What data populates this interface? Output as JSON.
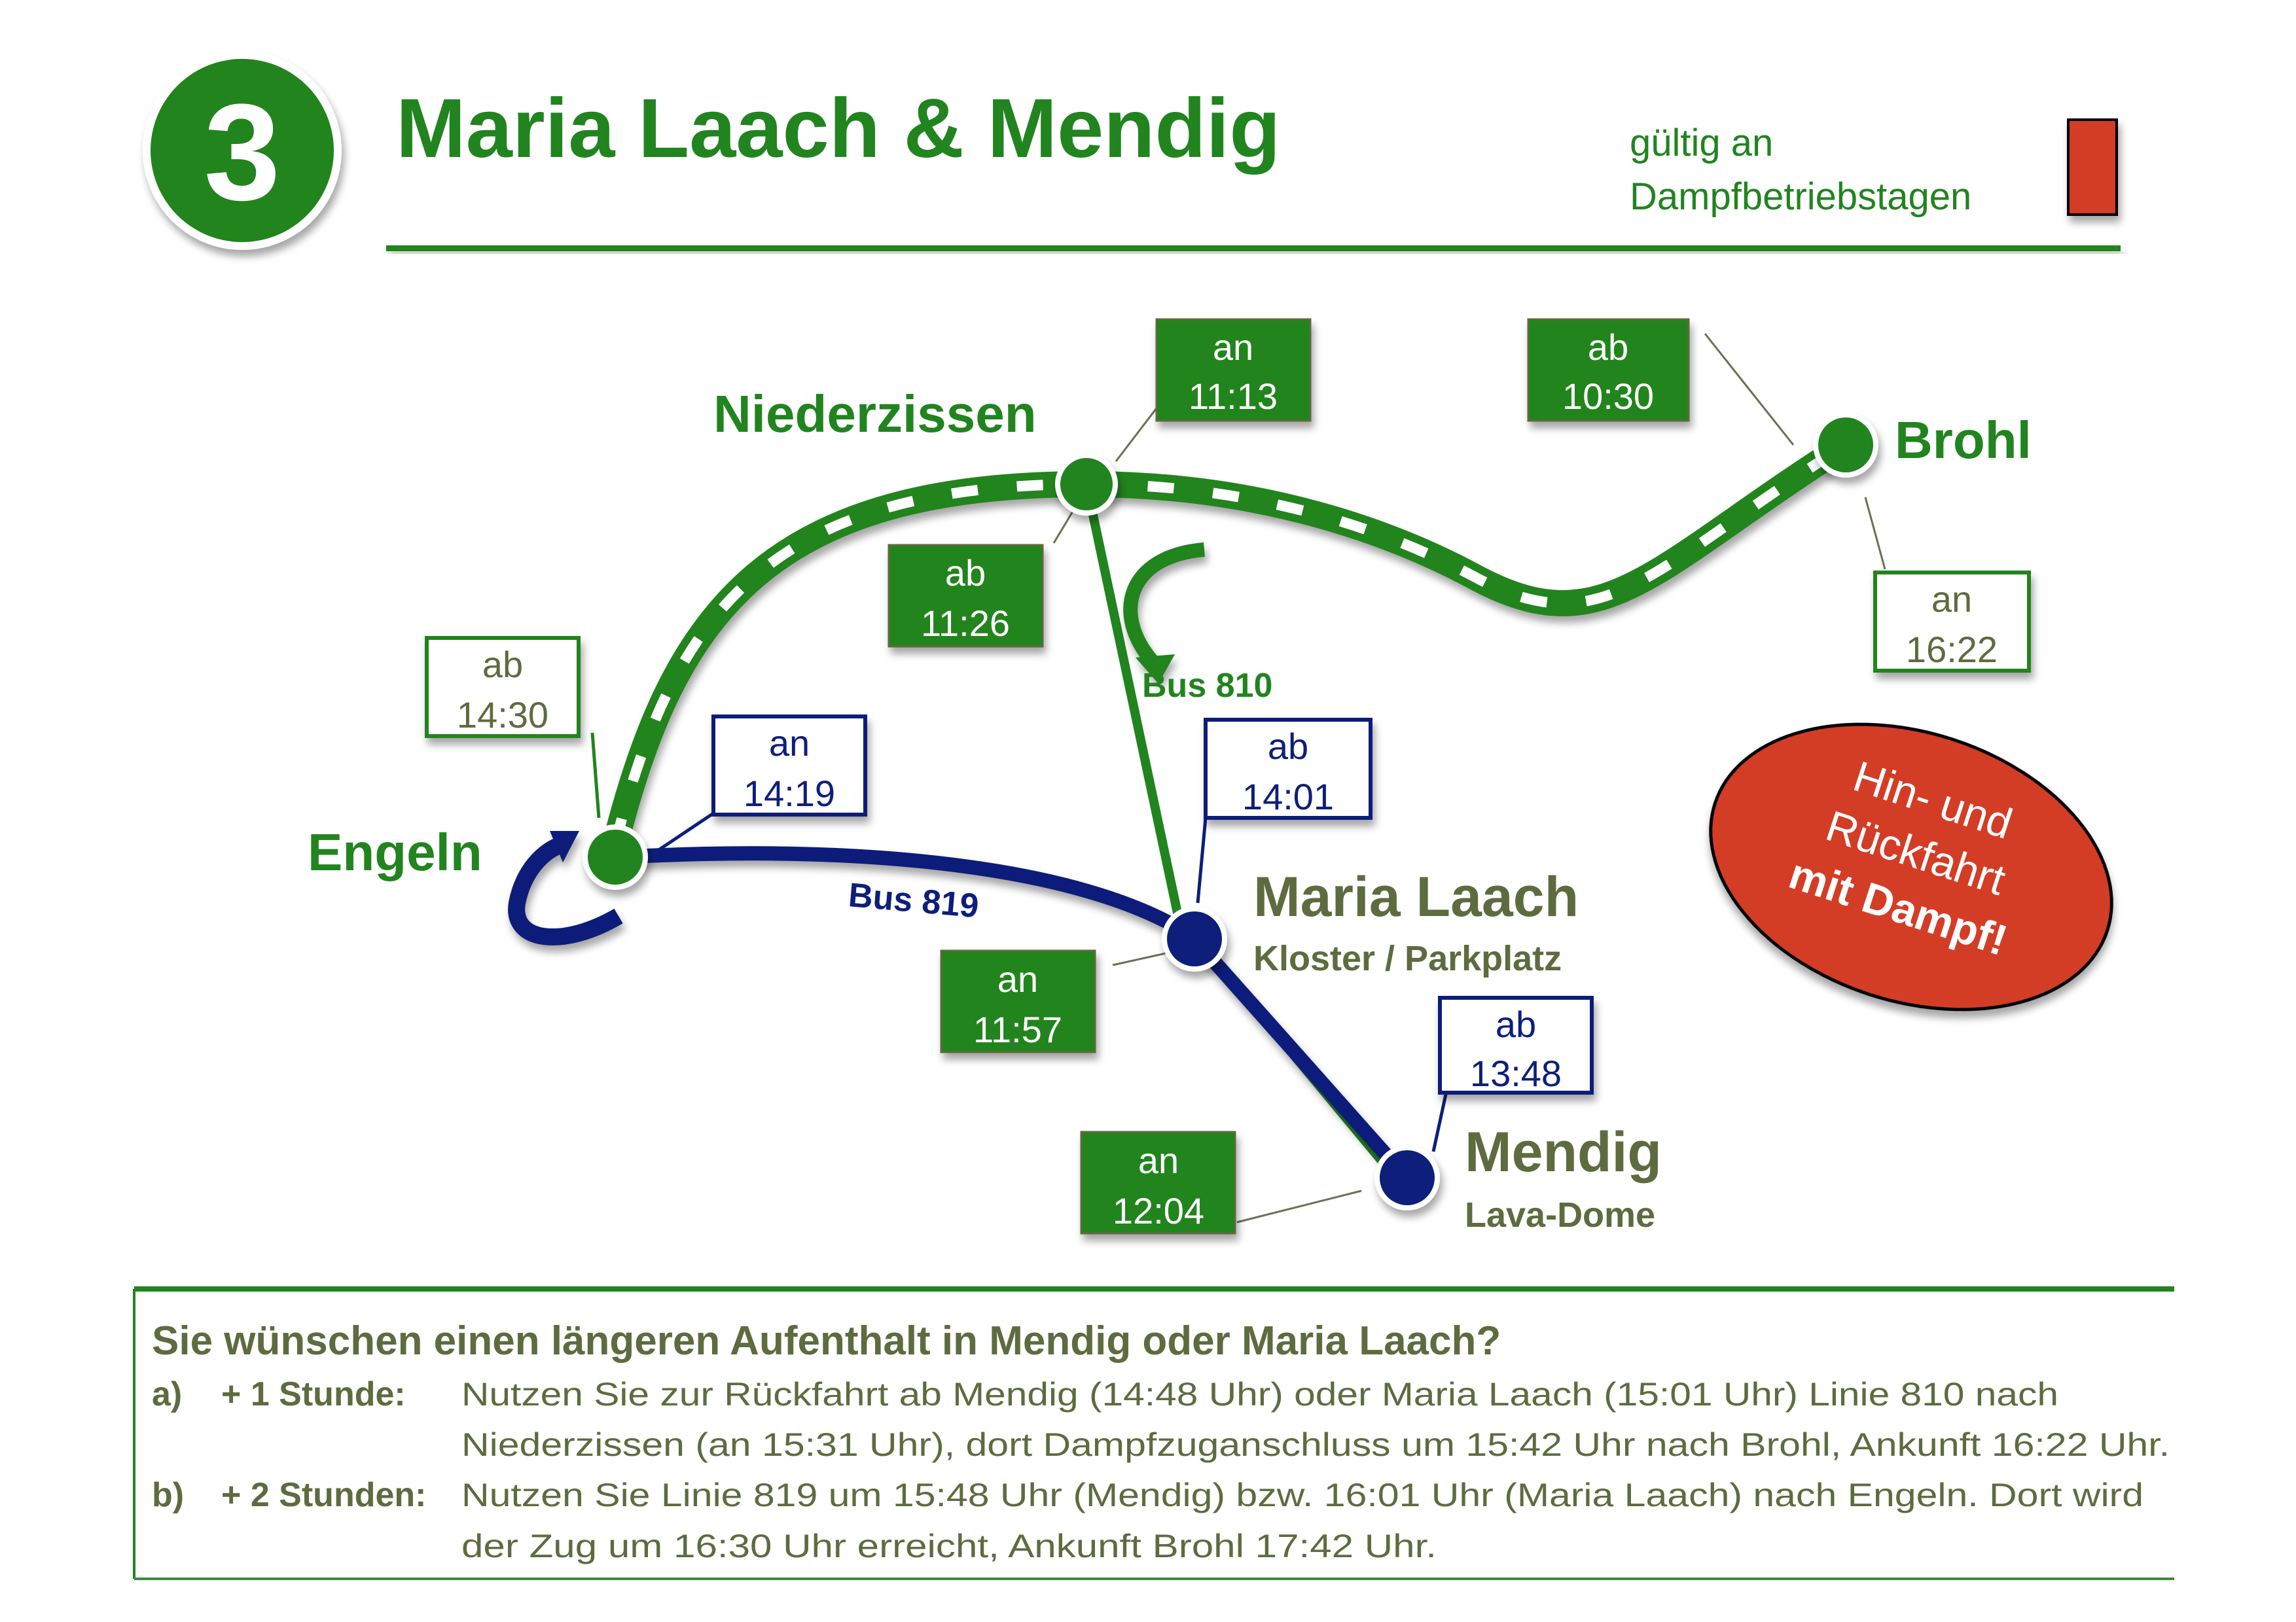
{
  "header": {
    "route_number": "3",
    "title": "Maria Laach & Mendig",
    "validity_line1": "gültig an",
    "validity_line2": "Dampfbetriebstagen",
    "validity_color": "#d33c26"
  },
  "colors": {
    "train_green": "#21841f",
    "bus_blue": "#0d1f7a",
    "text_olive": "#5e6b3f",
    "badge_red": "#d33c26"
  },
  "stations": {
    "brohl": {
      "name": "Brohl"
    },
    "niederzissen": {
      "name": "Niederzissen"
    },
    "engeln": {
      "name": "Engeln"
    },
    "maria_laach": {
      "name": "Maria Laach",
      "sub": "Kloster / Parkplatz"
    },
    "mendig": {
      "name": "Mendig",
      "sub": "Lava-Dome"
    }
  },
  "lines": {
    "bus810": "Bus 810",
    "bus819": "Bus 819"
  },
  "times": {
    "brohl_ab": {
      "type": "ab",
      "time": "10:30"
    },
    "brohl_an": {
      "type": "an",
      "time": "16:22"
    },
    "niederzissen_an": {
      "type": "an",
      "time": "11:13"
    },
    "niederzissen_ab": {
      "type": "ab",
      "time": "11:26"
    },
    "engeln_ab": {
      "type": "ab",
      "time": "14:30"
    },
    "engeln_an": {
      "type": "an",
      "time": "14:19"
    },
    "maria_laach_ab": {
      "type": "ab",
      "time": "14:01"
    },
    "maria_laach_an": {
      "type": "an",
      "time": "11:57"
    },
    "mendig_ab": {
      "type": "ab",
      "time": "13:48"
    },
    "mendig_an": {
      "type": "an",
      "time": "12:04"
    }
  },
  "badge": {
    "line1": "Hin- und",
    "line2": "Rückfahrt",
    "line3": "mit Dampf!"
  },
  "info": {
    "title": "Sie wünschen einen längeren Aufenthalt in Mendig oder Maria Laach?",
    "items": [
      {
        "letter": "a)",
        "label": "+ 1 Stunde:",
        "line1": "Nutzen Sie zur Rückfahrt ab Mendig (14:48 Uhr) oder Maria Laach (15:01 Uhr) Linie 810 nach",
        "line2": "Niederzissen (an 15:31 Uhr), dort Dampfzuganschluss um 15:42 Uhr nach Brohl, Ankunft 16:22 Uhr."
      },
      {
        "letter": "b)",
        "label": "+ 2 Stunden:",
        "line1": "Nutzen Sie Linie 819 um 15:48 Uhr (Mendig) bzw. 16:01 Uhr (Maria Laach) nach Engeln. Dort wird",
        "line2": "der Zug um 16:30 Uhr erreicht, Ankunft Brohl 17:42 Uhr."
      }
    ]
  }
}
